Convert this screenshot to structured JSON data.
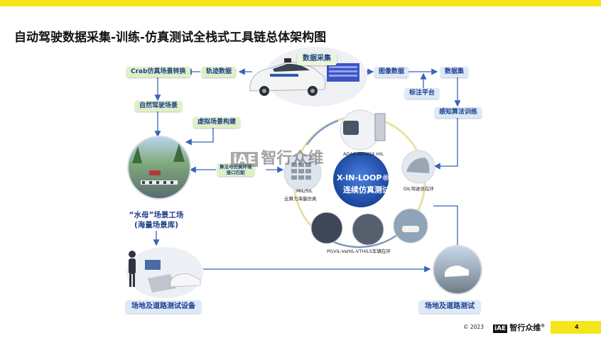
{
  "title": "自动驾驶数据采集-训练-仿真测试全栈式工具链总体架构图",
  "labels": {
    "data_collection": "数据采集",
    "trajectory_data": "轨迹数据",
    "crab_conversion": "Crab仿真场景转换",
    "natural_scenes": "自然驾驶场景",
    "virtual_scenes": "虚拟场景构建",
    "image_data": "图像数据",
    "dataset": "数据集",
    "annotation_platform": "标注平台",
    "perception_training": "感知算法训练",
    "algorithm_interface": "算法与仿真环境\n接口匹配",
    "factory": "“水母”场景工场\n(海量场景库)",
    "field_road_equipment": "场地及道路测试设备",
    "field_road_test": "场地及道路测试"
  },
  "hub": {
    "line1": "X-IN-LOOP®",
    "line2": "连续仿真测试"
  },
  "captions": {
    "adas_hil": "ADAS-AD-V2X HIL",
    "mil_sil": "MIL/SIL",
    "cloud": "云算力海量仿真",
    "dil": "DIL驾驶员在环",
    "pgvil": "PGVIL-VaHIL-VTHILS车辆在环"
  },
  "watermark": {
    "mark": "iAE",
    "text": "智行众维"
  },
  "footer": {
    "copyright": "© 2023",
    "brand_mark": "iAE",
    "brand_name": "智行众维",
    "brand_reg": "®",
    "page": "4"
  },
  "colors": {
    "accent_yellow": "#f5e51c",
    "arrow_blue": "#3a64b8",
    "label_text": "#1f3f8a",
    "hub_blue": "#1c4fb0"
  }
}
